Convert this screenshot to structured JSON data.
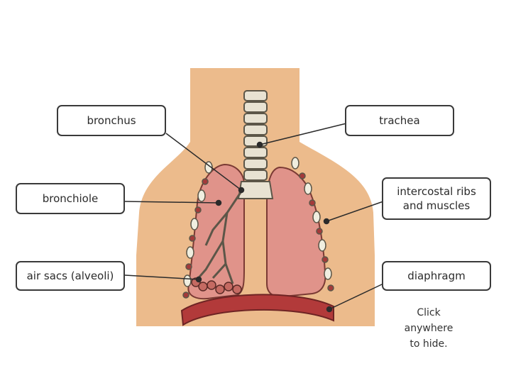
{
  "labels": {
    "bronchus": "bronchus",
    "trachea": "trachea",
    "bronchiole": "bronchiole",
    "intercostal_line1": "intercostal ribs",
    "intercostal_line2": "and muscles",
    "air_sacs": "air sacs (alveoli)",
    "diaphragm": "diaphragm"
  },
  "hint": {
    "line1": "Click",
    "line2": "anywhere",
    "line3": "to hide."
  },
  "colors": {
    "skin": "#ecbb8c",
    "lung": "#e0938a",
    "trachea": "#e8e2d2",
    "rib": "#f0eee0",
    "muscle": "#a33a3a",
    "diaphragm": "#b23a3a"
  }
}
